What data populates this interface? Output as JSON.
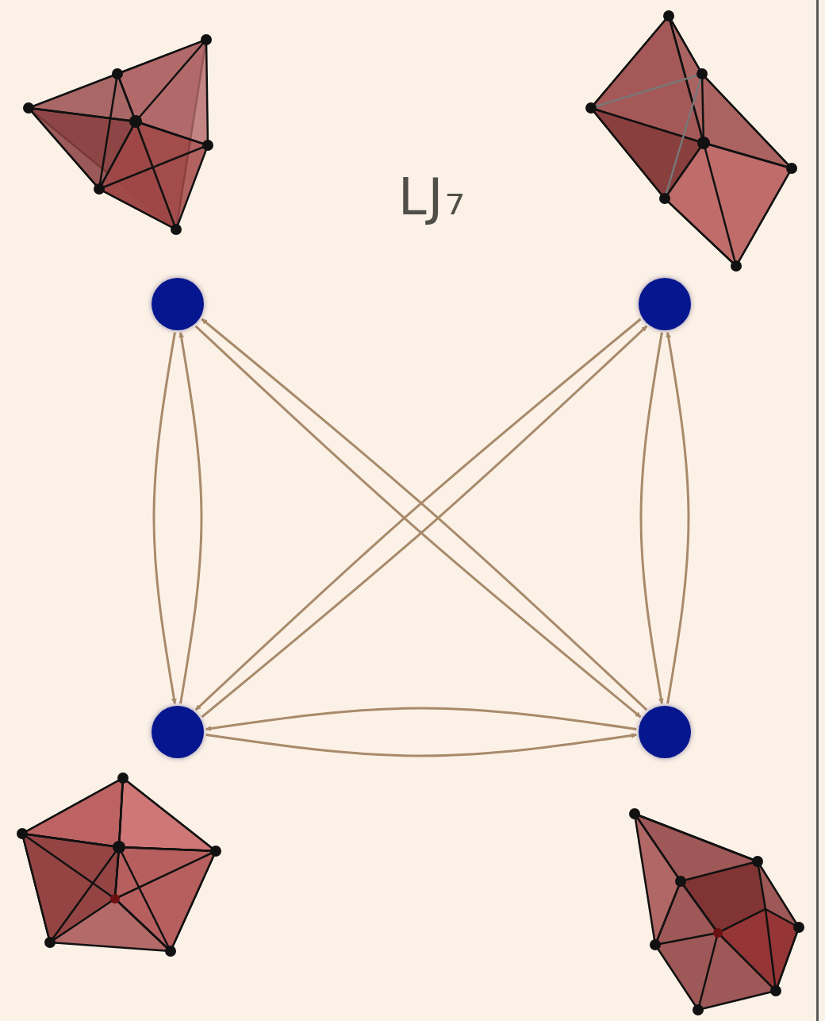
{
  "diagram": {
    "title": "LJ₇",
    "nodes": [
      {
        "text": []
      },
      {
        "text": []
      },
      {
        "text": []
      },
      {
        "text": []
      }
    ],
    "edges": [
      {
        "from": 0,
        "to": 2,
        "arrow": "to"
      },
      {
        "from": 2,
        "to": 0,
        "arrow": "to"
      },
      {
        "from": 1,
        "to": 3,
        "arrow": "to"
      },
      {
        "from": 3,
        "to": 1,
        "arrow": "to"
      },
      {
        "from": 2,
        "to": 3,
        "arrow": "to"
      },
      {
        "from": 3,
        "to": 2,
        "arrow": "to"
      },
      {
        "from": 0,
        "to": 3,
        "arrow": "to"
      },
      {
        "from": 3,
        "to": 0,
        "arrow": "to"
      },
      {
        "from": 2,
        "to": 1,
        "arrow": "to"
      },
      {
        "from": 1,
        "to": 2,
        "arrow": "to"
      }
    ]
  }
}
